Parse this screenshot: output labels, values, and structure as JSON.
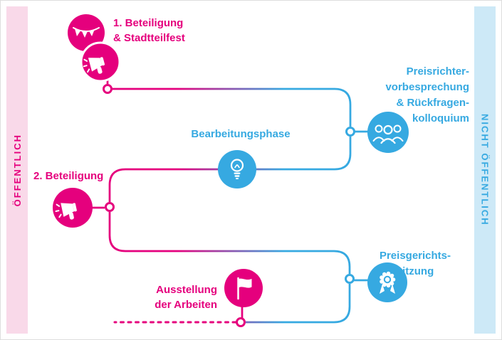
{
  "colors": {
    "pink": "#e5007d",
    "blue": "#36a9e1",
    "pink_light": "#f9d9e9",
    "blue_light": "#cde9f7"
  },
  "sidebar_left": {
    "label": "ÖFFENTLICH"
  },
  "sidebar_right": {
    "label": "NICHT ÖFFENTLICH"
  },
  "steps": {
    "beteiligung1": {
      "label": "1. Beteiligung\n& Stadtteilfest",
      "icons": [
        "bunting-icon",
        "megaphone-icon"
      ]
    },
    "preisrichter": {
      "label": "Preisrichter-\nvorbesprechung\n& Rückfragen-\nkolloquium",
      "icons": [
        "people-icon"
      ]
    },
    "bearbeitung": {
      "label": "Bearbeitungsphase",
      "icons": [
        "lightbulb-icon"
      ]
    },
    "beteiligung2": {
      "label": "2. Beteiligung",
      "icons": [
        "megaphone-icon"
      ]
    },
    "preisgericht": {
      "label": "Preisgerichts-\nsitzung",
      "icons": [
        "medal-icon"
      ]
    },
    "ausstellung": {
      "label": "Ausstellung\nder Arbeiten",
      "icons": [
        "flag-icon"
      ]
    }
  }
}
